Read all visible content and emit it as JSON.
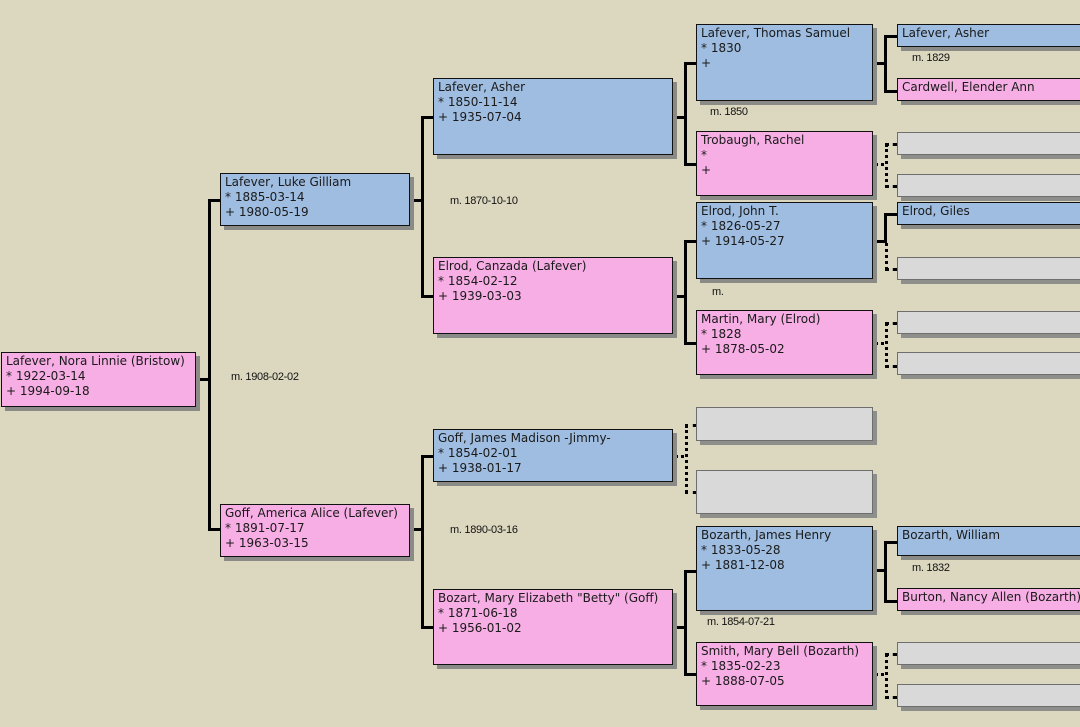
{
  "colors": {
    "background": "#dcd8c0",
    "male": "#9fbde0",
    "female": "#f6aee4",
    "empty": "#d9d9d9"
  },
  "persons": {
    "root": {
      "name": "Lafever, Nora Linnie (Bristow)",
      "birth": "* 1922-03-14",
      "death": "+ 1994-09-18",
      "sex": "female"
    },
    "father": {
      "name": "Lafever, Luke Gilliam",
      "birth": "* 1885-03-14",
      "death": "+ 1980-05-19",
      "sex": "male"
    },
    "mother": {
      "name": "Goff, America Alice (Lafever)",
      "birth": "* 1891-07-17",
      "death": "+ 1963-03-15",
      "sex": "female"
    },
    "ff": {
      "name": "Lafever, Asher",
      "birth": "* 1850-11-14",
      "death": "+ 1935-07-04",
      "sex": "male"
    },
    "fm": {
      "name": "Elrod, Canzada (Lafever)",
      "birth": "* 1854-02-12",
      "death": "+ 1939-03-03",
      "sex": "female"
    },
    "mf": {
      "name": "Goff, James Madison -Jimmy-",
      "birth": "* 1854-02-01",
      "death": "+ 1938-01-17",
      "sex": "male"
    },
    "mm": {
      "name": "Bozart, Mary Elizabeth \"Betty\" (Goff)",
      "birth": "* 1871-06-18",
      "death": "+ 1956-01-02",
      "sex": "female"
    },
    "fff": {
      "name": "Lafever, Thomas Samuel",
      "birth": "* 1830",
      "death": "+",
      "sex": "male"
    },
    "ffm": {
      "name": "Trobaugh, Rachel",
      "birth": "*",
      "death": "+",
      "sex": "female"
    },
    "fmf": {
      "name": "Elrod, John T.",
      "birth": "* 1826-05-27",
      "death": "+ 1914-05-27",
      "sex": "male"
    },
    "fmm": {
      "name": "Martin, Mary (Elrod)",
      "birth": "* 1828",
      "death": "+ 1878-05-02",
      "sex": "female"
    },
    "mmf": {
      "name": "Bozarth, James Henry",
      "birth": "* 1833-05-28",
      "death": "+ 1881-12-08",
      "sex": "male"
    },
    "mmm": {
      "name": "Smith, Mary Bell (Bozarth)",
      "birth": "* 1835-02-23",
      "death": "+ 1888-07-05",
      "sex": "female"
    },
    "ffff": {
      "name": "Lafever, Asher",
      "sex": "male"
    },
    "fffm": {
      "name": "Cardwell, Elender Ann",
      "sex": "female"
    },
    "fmff": {
      "name": "Elrod, Giles",
      "sex": "male"
    },
    "mmff": {
      "name": "Bozarth, William",
      "sex": "male"
    },
    "mmfm": {
      "name": "Burton, Nancy Allen (Bozarth)",
      "sex": "female"
    }
  },
  "marriages": {
    "parents": "m. 1908-02-02",
    "father_parents": "m. 1870-10-10",
    "mother_parents": "m. 1890-03-16",
    "ff_parents": "m. 1850",
    "fm_parents": "m.",
    "mm_parents": "m. 1854-07-21",
    "fff_parents": "m. 1829",
    "mmf_parents": "m. 1832"
  }
}
